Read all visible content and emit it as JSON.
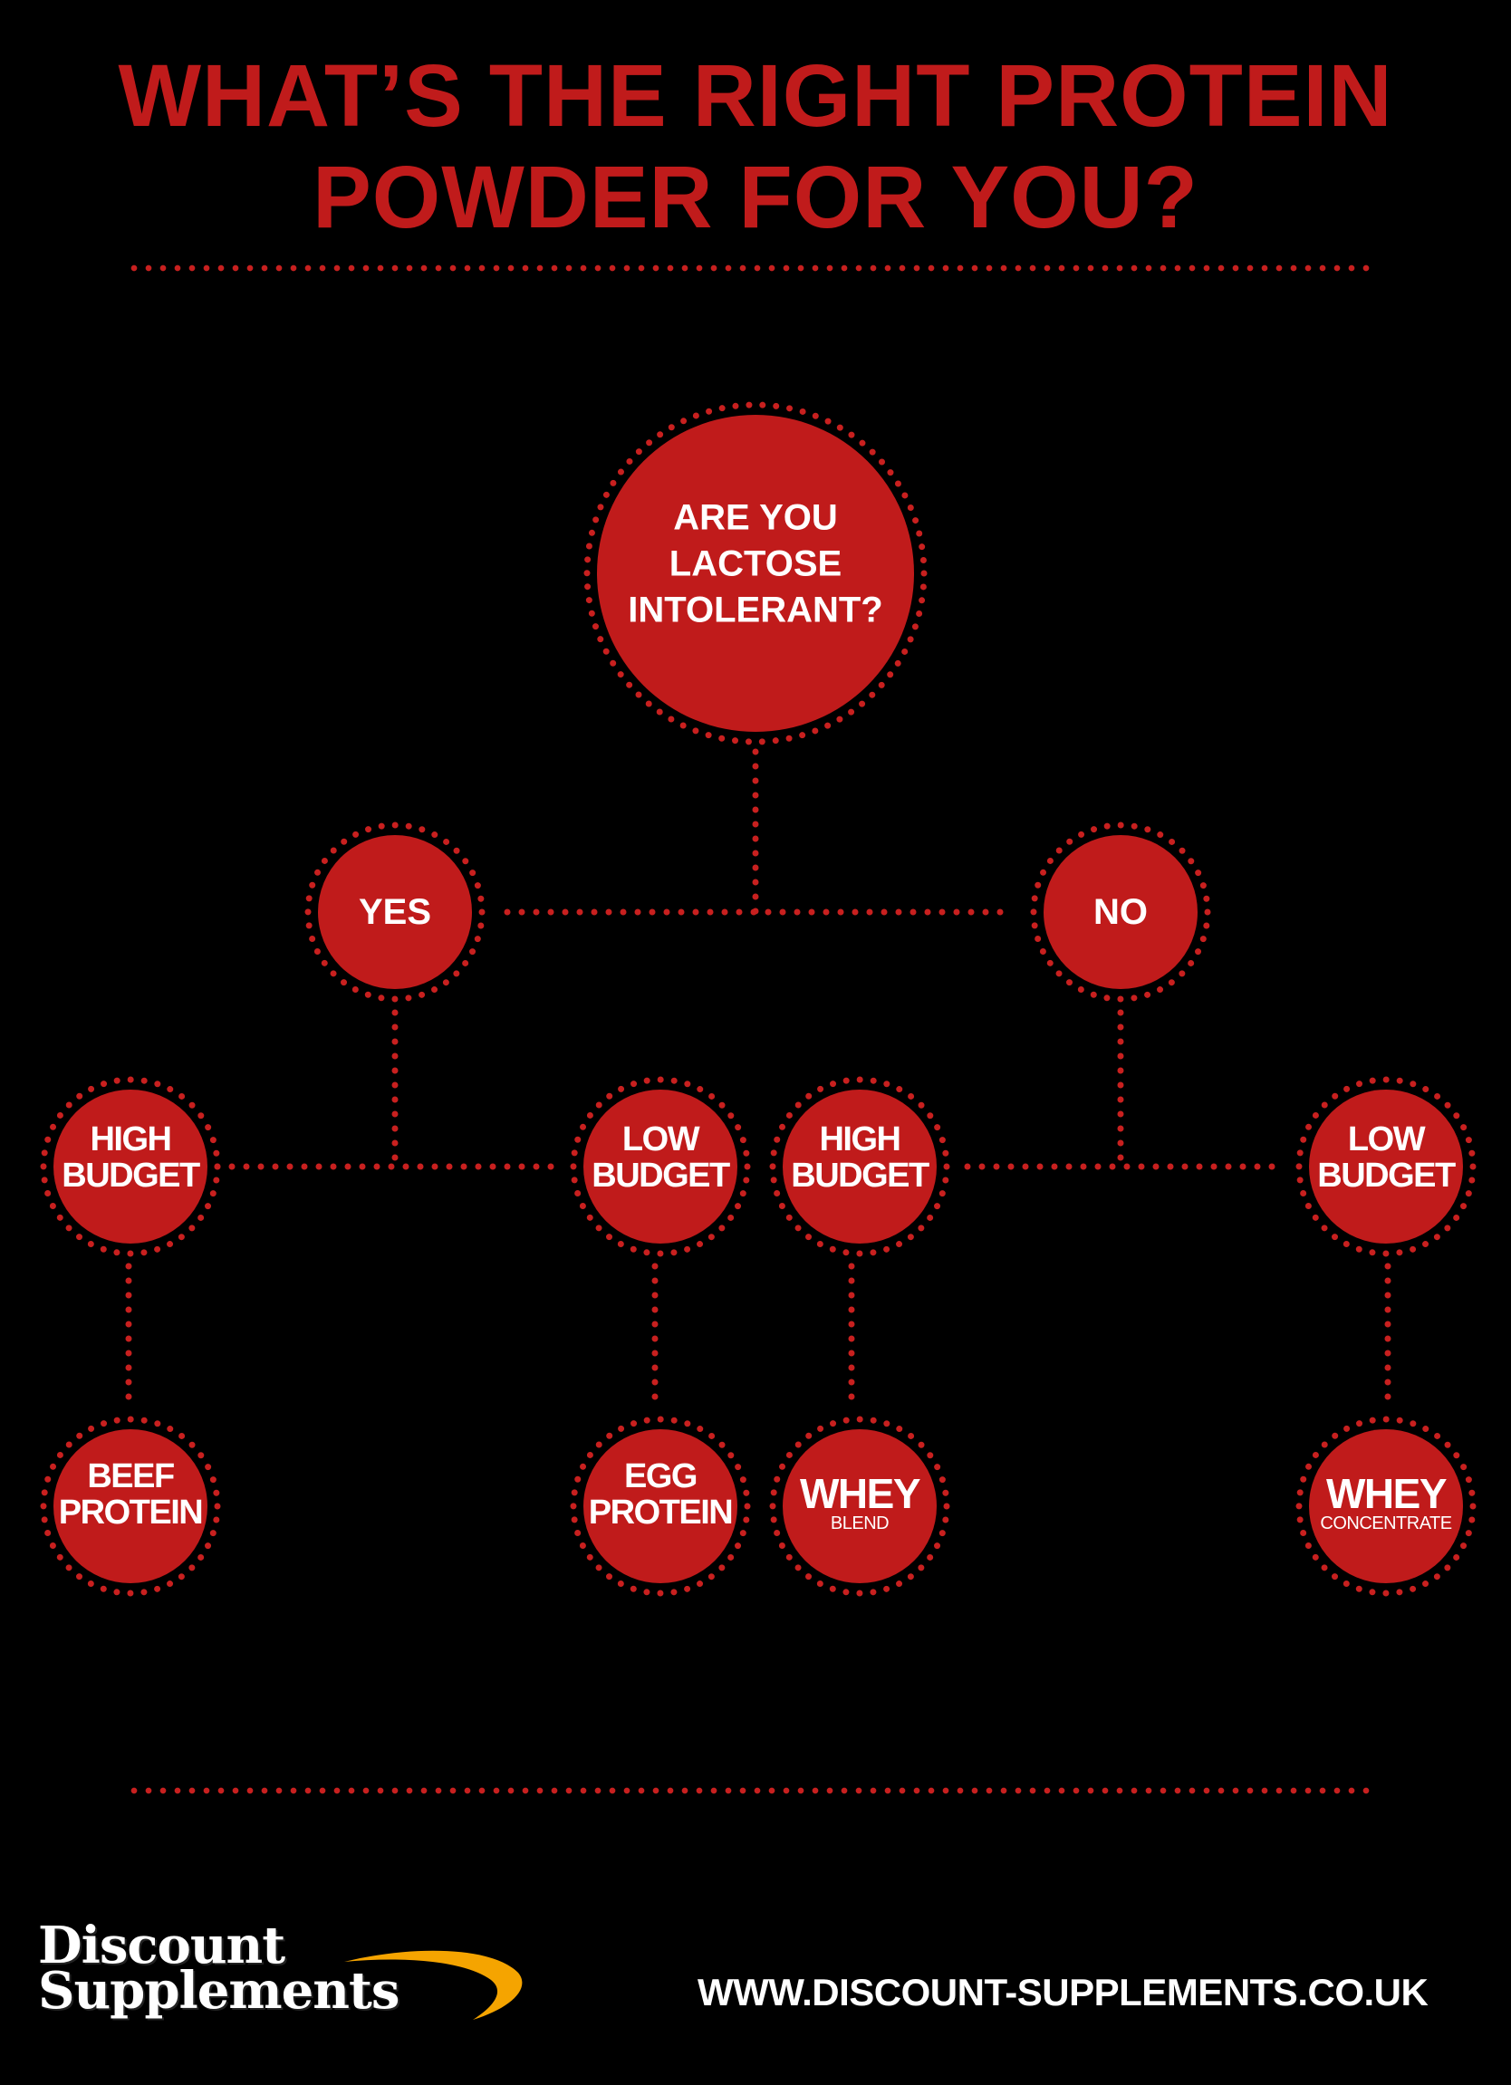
{
  "title": {
    "line1": "WHAT’S THE RIGHT PROTEIN",
    "line2": "POWDER FOR YOU?"
  },
  "colors": {
    "accent": "#c01b1b",
    "node_fill": "#c01b1b",
    "dots": "#c8201f",
    "background": "#000000",
    "text": "#ffffff",
    "logo_swoosh": "#f5a400"
  },
  "flowchart": {
    "root": {
      "lines": [
        "ARE YOU",
        "LACTOSE",
        "INTOLERANT?"
      ]
    },
    "answer_yes": {
      "lines": [
        "YES"
      ]
    },
    "answer_no": {
      "lines": [
        "NO"
      ]
    },
    "yes_high_budget": {
      "lines": [
        "HIGH",
        "BUDGET"
      ]
    },
    "yes_low_budget": {
      "lines": [
        "LOW",
        "BUDGET"
      ]
    },
    "no_high_budget": {
      "lines": [
        "HIGH",
        "BUDGET"
      ]
    },
    "no_low_budget": {
      "lines": [
        "LOW",
        "BUDGET"
      ]
    },
    "result_beef": {
      "lines": [
        "BEEF",
        "PROTEIN"
      ]
    },
    "result_egg": {
      "lines": [
        "EGG",
        "PROTEIN"
      ]
    },
    "result_whey_blend": {
      "main": "WHEY",
      "sub": "BLEND"
    },
    "result_whey_concentrate": {
      "main": "WHEY",
      "sub": "CONCENTRATE"
    }
  },
  "logo": {
    "word1": "Discount",
    "word2": "Supplements",
    "swoosh": "swoosh-icon"
  },
  "footer": {
    "website": "WWW.DISCOUNT-SUPPLEMENTS.CO.UK"
  }
}
